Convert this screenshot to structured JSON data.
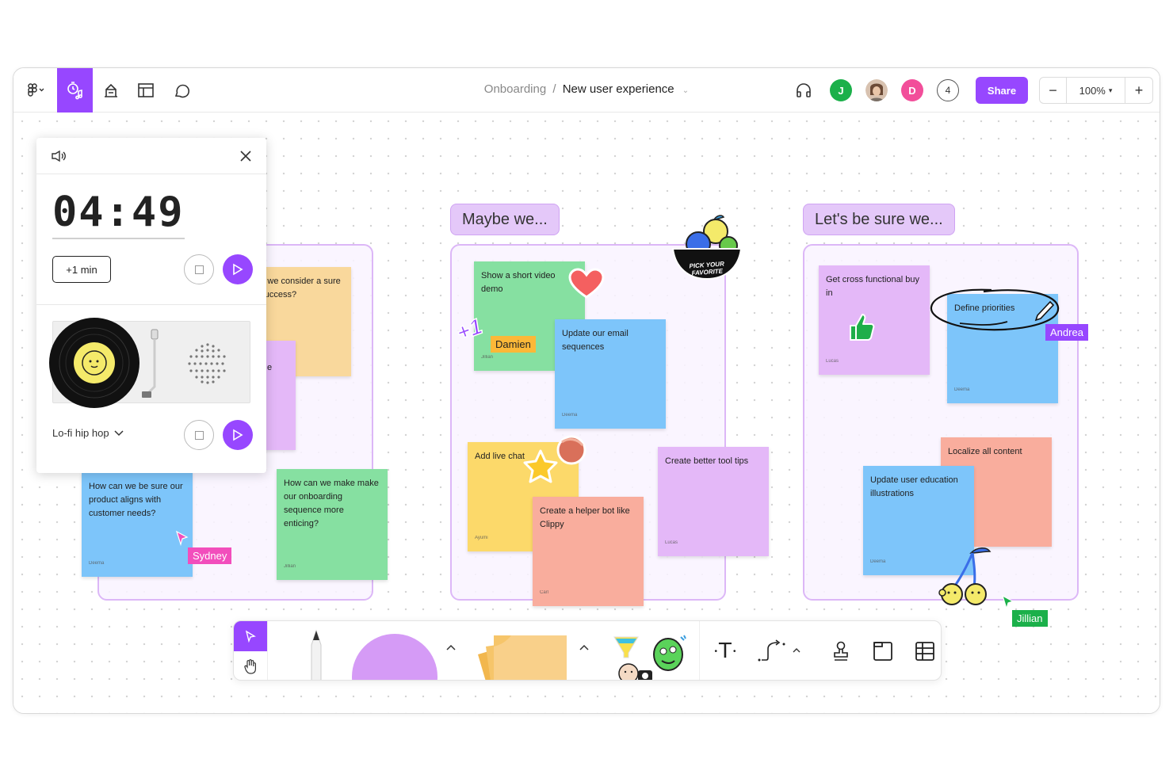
{
  "header": {
    "breadcrumb_parent": "Onboarding",
    "breadcrumb_separator": "/",
    "breadcrumb_current": "New user experience",
    "share_label": "Share",
    "zoom_value": "100%",
    "zoom_minus": "−",
    "zoom_plus": "+",
    "avatars": [
      {
        "initial": "J",
        "color": "#1bb04a"
      },
      {
        "initial": "",
        "color": "#b07a5a"
      },
      {
        "initial": "D",
        "color": "#f24e9a"
      }
    ],
    "more_count": "4"
  },
  "timer": {
    "time": "04:49",
    "add_min_label": "+1 min",
    "track_name": "Lo-fi hip hop"
  },
  "sections": [
    {
      "label": "Maybe we..."
    },
    {
      "label": "Let's be sure we..."
    }
  ],
  "stickies": {
    "left_orange": {
      "text": "t do we consider a sure of success?"
    },
    "left_violet": {
      "text": "e"
    },
    "left_blue": {
      "text": "How can we be sure our product aligns with customer needs?",
      "author": "Deema"
    },
    "left_green": {
      "text": "How can we make make our onboarding sequence more enticing?",
      "author": "Jillian"
    },
    "mid_green": {
      "text": "Show a short video demo",
      "author": "Jillian"
    },
    "mid_blue": {
      "text": "Update our email sequences",
      "author": "Deema"
    },
    "mid_yellow": {
      "text": "Add live chat",
      "author": "Ayumi"
    },
    "mid_salmon": {
      "text": "Create a helper bot like Clippy",
      "author": "Carl"
    },
    "mid_violet": {
      "text": "Create better tool tips",
      "author": "Lucas"
    },
    "right_violet": {
      "text": "Get cross functional buy in",
      "author": "Lucas"
    },
    "right_blue_top": {
      "text": "Define priorities",
      "author": "Deema"
    },
    "right_salmon": {
      "text": "Localize all content"
    },
    "right_blue_bottom": {
      "text": "Update user education illustrations",
      "author": "Deema"
    }
  },
  "cursors": {
    "sydney": {
      "name": "Sydney",
      "color": "#f24ebc"
    },
    "damien": {
      "name": "Damien",
      "color": "#fcb838"
    },
    "andrea": {
      "name": "Andrea",
      "color": "#9747ff"
    },
    "jillian": {
      "name": "Jillian",
      "color": "#1bb04a"
    }
  },
  "stickers": {
    "bowl_text": "PICK YOUR FAVORITE",
    "plus_one": "+1"
  },
  "toolbar": {
    "text_tool": "T"
  }
}
